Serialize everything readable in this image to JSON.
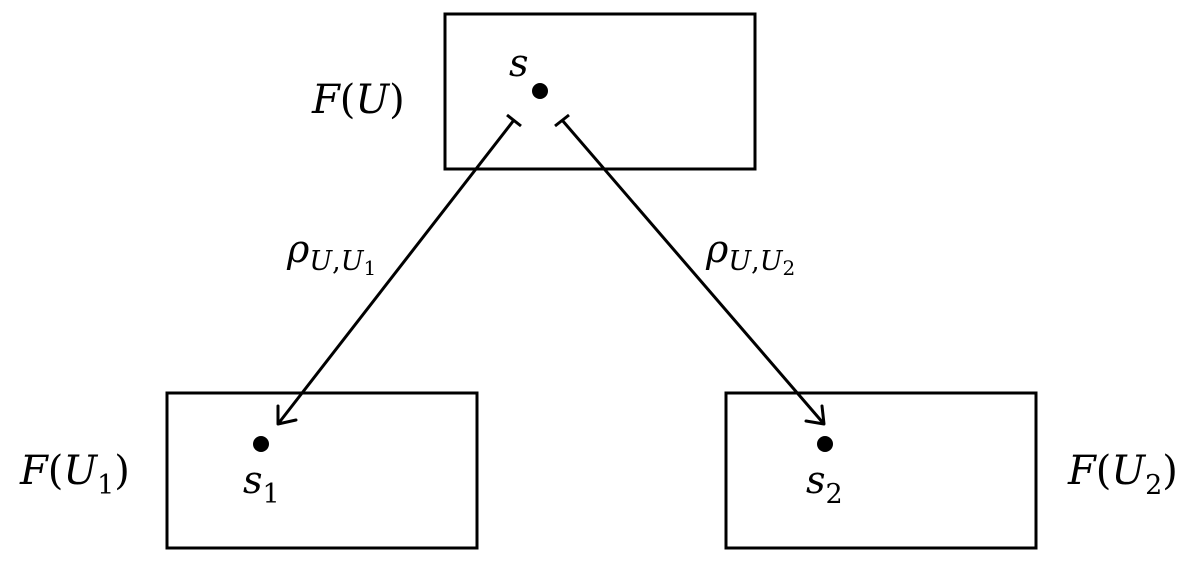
{
  "diagram": {
    "nodes": {
      "top": {
        "label": {
          "func": "F",
          "open": "(",
          "var": "U",
          "close": ")"
        },
        "element": {
          "name": "s",
          "sub": ""
        }
      },
      "left": {
        "label": {
          "func": "F",
          "open": "(",
          "var": "U",
          "sub": "1",
          "close": ")"
        },
        "element": {
          "name": "s",
          "sub": "1"
        }
      },
      "right": {
        "label": {
          "func": "F",
          "open": "(",
          "var": "U",
          "sub": "2",
          "close": ")"
        },
        "element": {
          "name": "s",
          "sub": "2"
        }
      }
    },
    "edges": {
      "left": {
        "symbol": "ρ",
        "sub_a": "U",
        "comma": ",",
        "sub_b": "U",
        "sub_b_index": "1"
      },
      "right": {
        "symbol": "ρ",
        "sub_a": "U",
        "comma": ",",
        "sub_b": "U",
        "sub_b_index": "2"
      }
    }
  }
}
